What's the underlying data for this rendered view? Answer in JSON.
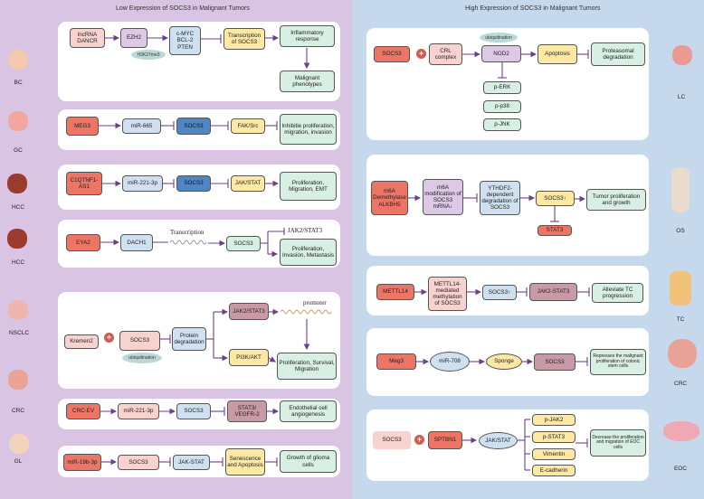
{
  "left_title": "Low Expression of SOCS3 in Malignant Tumors",
  "right_title": "High Expression of SOCS3 in Malignant Tumors",
  "organs": {
    "bc": "BC",
    "gc": "GC",
    "hcc1": "HCC",
    "hcc2": "HCC",
    "nsclc": "NSCLC",
    "crc_l": "CRC",
    "gl": "GL",
    "lc": "LC",
    "os": "OS",
    "tc": "TC",
    "crc_r": "CRC",
    "eoc": "EOC"
  },
  "r1": {
    "a": "lncRNA DANCR",
    "b": "EZH2",
    "cloud": "H3K27me3",
    "c": "c-MYC BCL-2 PTEN",
    "d": "Transcription of SOCS3",
    "e": "Inflammatory response",
    "f": "Malignant phenotypes"
  },
  "r2": {
    "a": "MEG3",
    "b": "miR-665",
    "c": "SOCS3",
    "d": "FAK/Src",
    "e": "Inhibitie proliferation, migration, invasion"
  },
  "r3": {
    "a": "C1QTNF1-AS1",
    "b": "miR-221-3p",
    "c": "SOCS3",
    "d": "JAK/STAT",
    "e": "Proliferation, Migration, EMT"
  },
  "r4": {
    "a": "EYA2",
    "b": "DACH1",
    "t": "Transcription",
    "c": "SOCS3",
    "j": "JAK2/STAT3",
    "e": "Proliferation, Invasion, Metastasis"
  },
  "r5": {
    "a": "Kremen2",
    "b": "SOCS3",
    "cloud": "ubiquitination",
    "c": "Protein degradation",
    "d": "JAK2/STAT3",
    "p": "promoter",
    "g": "PI3K/AKT",
    "e": "Proliferation, Survival, Migration"
  },
  "r6": {
    "a": "CRC-EV",
    "b": "miR-221-3p",
    "c": "SOCS3",
    "d": "STAT3/ VEGFR-2",
    "e": "Endothelial cell angiogenesis"
  },
  "r7": {
    "a": "miR-19b-3p",
    "b": "SOCS3",
    "c": "JAK-STAT",
    "d": "Senescence and Apoptosis",
    "e": "Growth of glioma cells"
  },
  "q1": {
    "a": "SOCS3",
    "b": "CRL complex",
    "cloud": "ubiquitination",
    "c": "NOD2",
    "d": "Apoptosis",
    "e": "Proteasomal degradation",
    "k1": "p-ERK",
    "k2": "p-p38",
    "k3": "p-JNK"
  },
  "q2": {
    "a": "m6A Demethylase ALKBH5",
    "b": "m6A modification of SOCS3 mRNA↓",
    "c": "YTHDF2-dependent degradation of SOCS3",
    "d": "SOCS3↑",
    "s": "STAT3",
    "e": "Tumor proliferation and growth"
  },
  "q3": {
    "a": "METTL14",
    "b": "METTL14-mediated methylation of SOCS3",
    "c": "SOCS3↑",
    "d": "JAK2-STAT3",
    "e": "Alleviate TC progression"
  },
  "q4": {
    "a": "Meg3",
    "b": "miR-708",
    "c": "Sponge",
    "d": "SOCS3",
    "e": "Represses the malignant proliferation of colonic stem cells"
  },
  "q5": {
    "a": "SOCS3",
    "b": "SPTBN1",
    "c": "JAK/STAT",
    "k1": "p-JAK2",
    "k2": "p-STAT3",
    "k3": "Vimentin",
    "k4": "E-cadherin",
    "e": "Decrease the proliferation and migration of EOC cells"
  }
}
